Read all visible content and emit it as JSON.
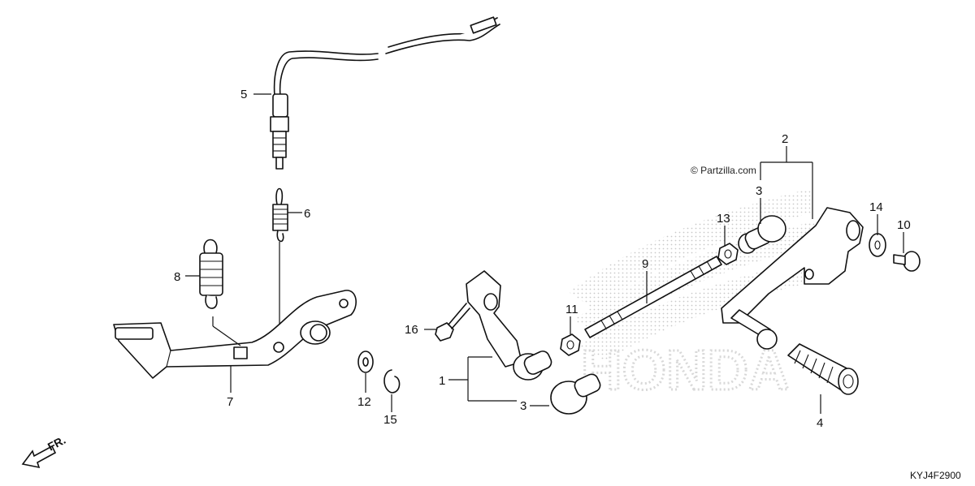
{
  "watermark": {
    "copyright": "© Partzilla.com",
    "brand": "HONDA"
  },
  "diagram_code": "KYJ4F2900",
  "front_indicator": "FR.",
  "callouts": {
    "c1": "1",
    "c2": "2",
    "c3a": "3",
    "c3b": "3",
    "c4": "4",
    "c5": "5",
    "c6": "6",
    "c7": "7",
    "c8": "8",
    "c9": "9",
    "c10": "10",
    "c11": "11",
    "c12": "12",
    "c13": "13",
    "c14": "14",
    "c15": "15",
    "c16": "16"
  }
}
